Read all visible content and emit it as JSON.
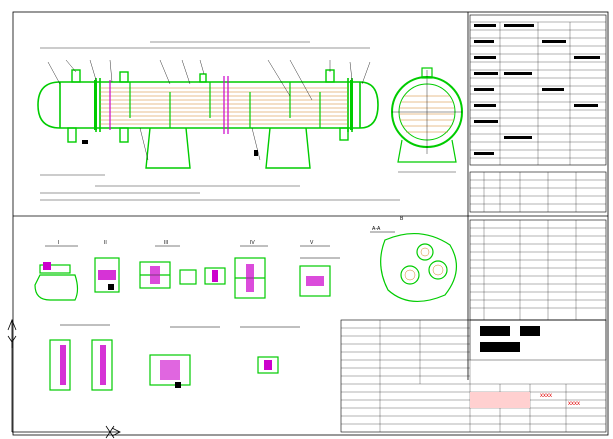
{
  "title_block": {
    "brand_mark": "xxxx",
    "cells_count_hint": "",
    "red_label": "xxxx"
  },
  "labels": {
    "section_a": "A-A",
    "view_b": "B",
    "detail_1": "I",
    "detail_2": "II",
    "detail_3": "III",
    "detail_4": "IV",
    "detail_5": "V"
  },
  "colors": {
    "frame": "#000000",
    "shell": "#00cc00",
    "tubes": "#d08020",
    "nozzle": "#cc00cc",
    "leader": "#000000",
    "accent_red": "#e00000"
  }
}
